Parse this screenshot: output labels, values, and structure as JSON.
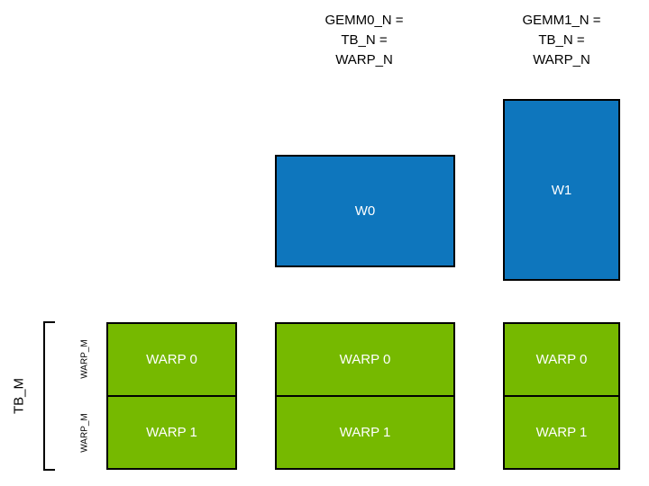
{
  "headers": [
    {
      "lines": [
        "GEMM0_N =",
        "TB_N =",
        "WARP_N"
      ]
    },
    {
      "lines": [
        "GEMM1_N =",
        "TB_N =",
        "WARP_N"
      ]
    }
  ],
  "blue_boxes": [
    {
      "label": "W0"
    },
    {
      "label": "W1"
    }
  ],
  "warp_columns": [
    {
      "warps": [
        "WARP 0",
        "WARP 1"
      ]
    },
    {
      "warps": [
        "WARP 0",
        "WARP 1"
      ]
    },
    {
      "warps": [
        "WARP 0",
        "WARP 1"
      ]
    }
  ],
  "side_labels": {
    "tb": "TB_M",
    "warp_m": [
      "WARP_M",
      "WARP_M"
    ]
  },
  "colors": {
    "blue": "#0e76bd",
    "green": "#76b900",
    "border": "#000000",
    "box_text": "#ffffff",
    "label_text": "#000000",
    "background": "#ffffff"
  }
}
